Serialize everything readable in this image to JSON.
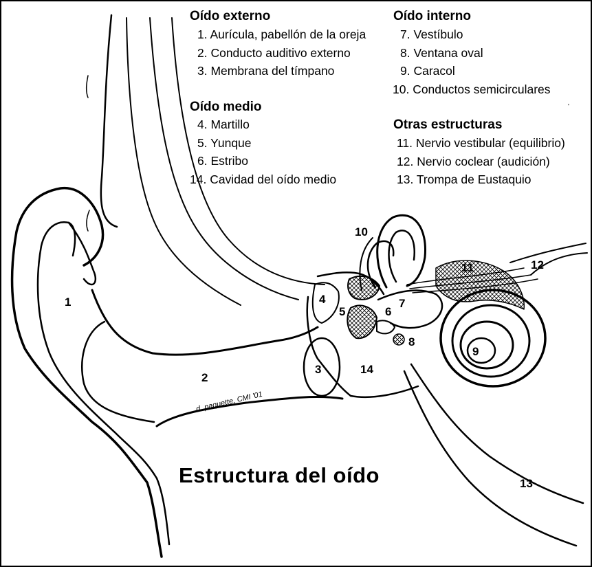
{
  "title": "Estructura del oído",
  "signature": "d. paquette, CMI '01",
  "tick_mark": "'",
  "legend": {
    "outer_ear": {
      "heading": "Oído externo",
      "items": [
        "1. Aurícula, pabellón de la oreja",
        "2. Conducto auditivo externo",
        "3. Membrana del tímpano"
      ]
    },
    "middle_ear": {
      "heading": "Oído medio",
      "items": [
        "4. Martillo",
        "5. Yunque",
        "6. Estribo",
        "14. Cavidad del oído medio"
      ]
    },
    "inner_ear": {
      "heading": "Oído interno",
      "items": [
        "7. Vestíbulo",
        "8. Ventana oval",
        "9. Caracol",
        "10. Conductos semicirculares"
      ]
    },
    "other": {
      "heading": "Otras estructuras",
      "items": [
        "11. Nervio vestibular (equilibrio)",
        "12. Nervio coclear (audición)",
        "13. Trompa de Eustaquio"
      ]
    }
  },
  "markers": [
    "1",
    "2",
    "3",
    "4",
    "5",
    "6",
    "7",
    "8",
    "9",
    "10",
    "11",
    "12",
    "13",
    "14"
  ]
}
